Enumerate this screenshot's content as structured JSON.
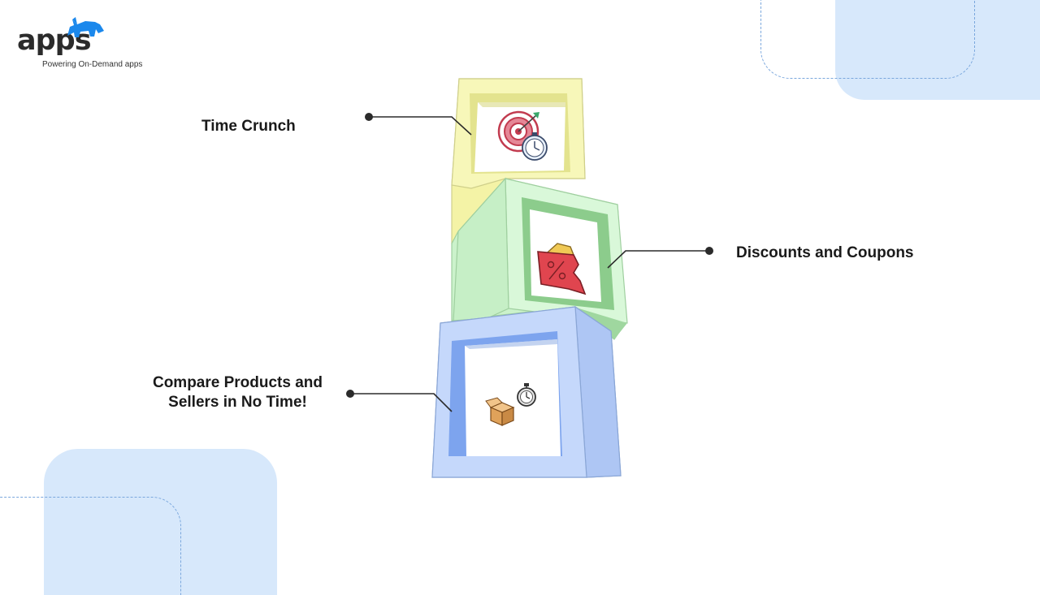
{
  "logo": {
    "wordmark": "apps",
    "tagline": "Powering On-Demand apps",
    "icon": "rhino-icon"
  },
  "features": [
    {
      "label": "Time Crunch",
      "icon": "target-stopwatch-icon",
      "box_color": "#f7f7b9"
    },
    {
      "label": "Discounts and Coupons",
      "icon": "discount-tag-icon",
      "box_color": "#d6f7d6"
    },
    {
      "label": "Compare Products and Sellers in No Time!",
      "icon": "package-stopwatch-icon",
      "box_color": "#c5d8fb"
    }
  ],
  "colors": {
    "brand_blue": "#1b88ec",
    "background_accent": "#d7e8fb",
    "text": "#1a1a1a"
  }
}
